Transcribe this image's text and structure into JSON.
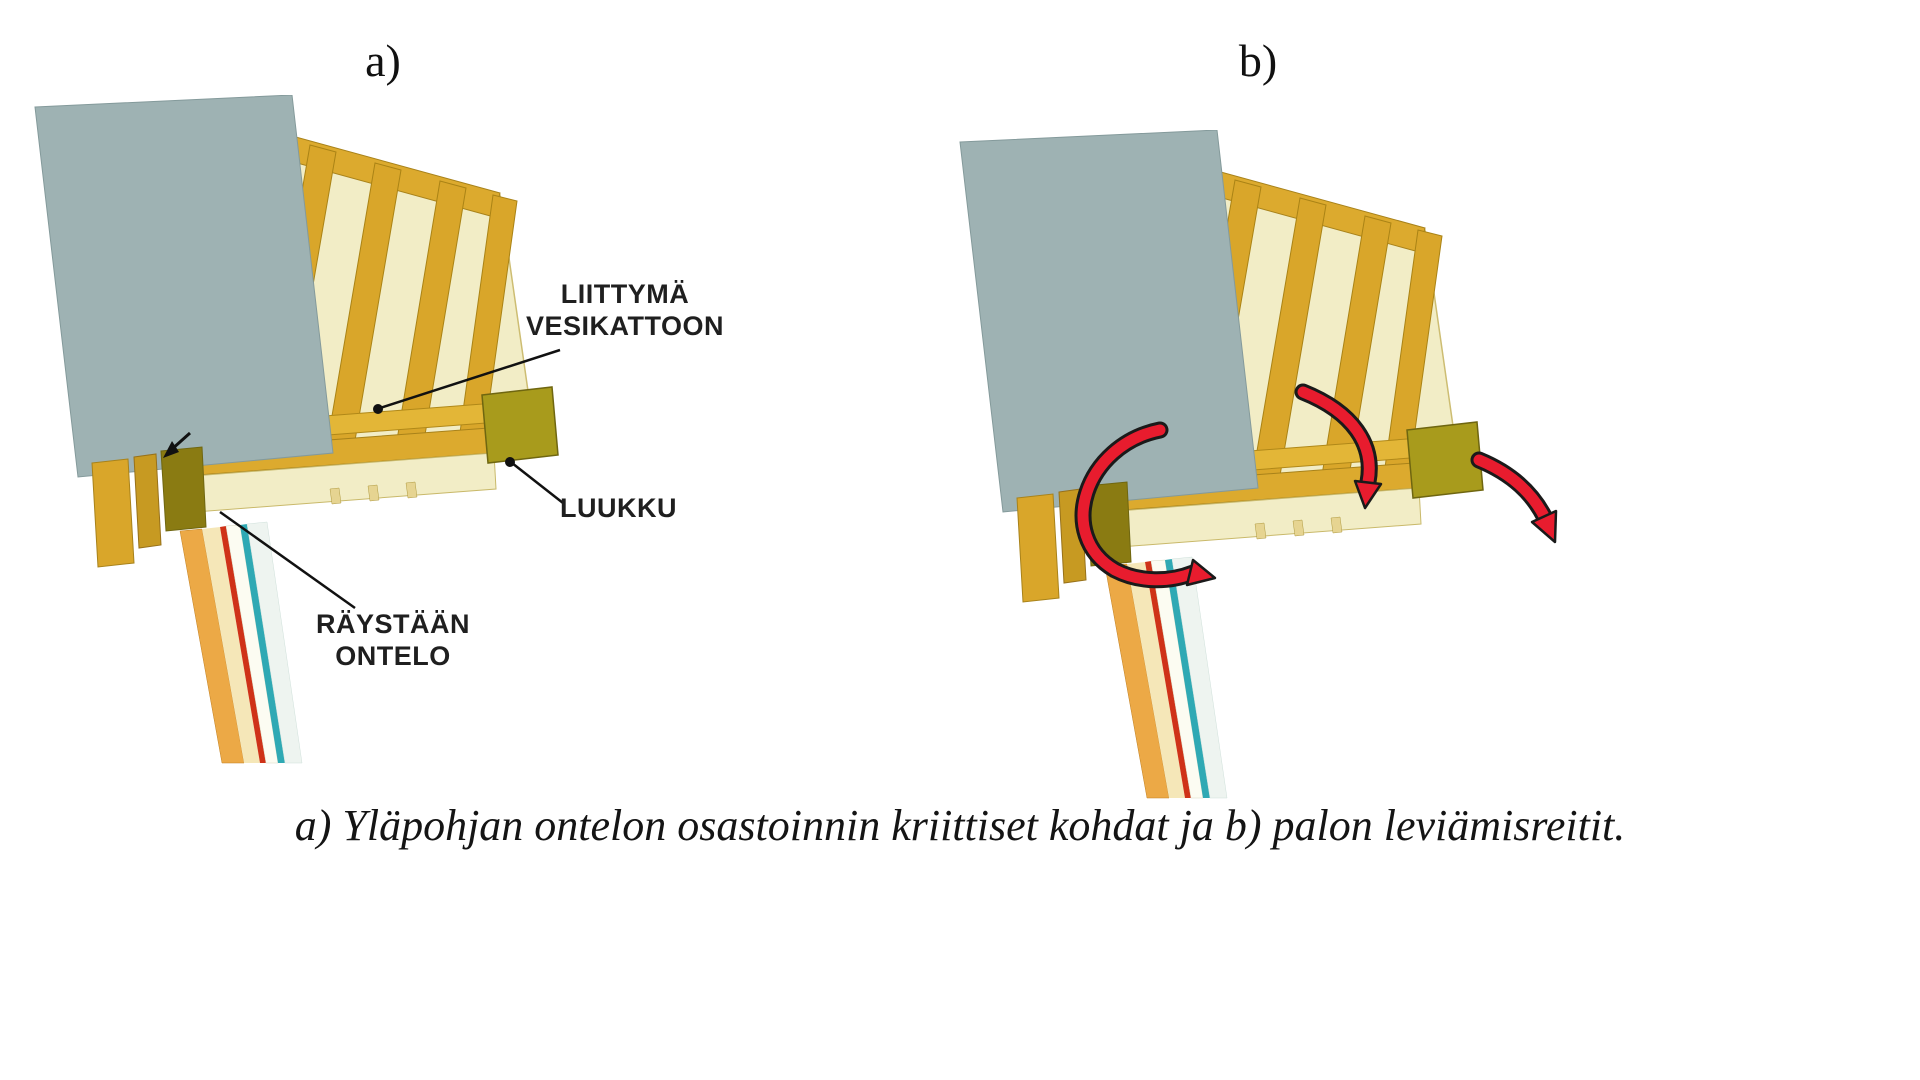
{
  "figure": {
    "panel_a": {
      "letter": "a)",
      "labels": {
        "liittyma_vesikattoon": "LIITTYMÄ\nVESIKATTOON",
        "luukku": "LUUKKU",
        "raystaan_ontelo": "RÄYSTÄÄN\nONTELO"
      }
    },
    "panel_b": {
      "letter": "b)"
    },
    "caption": "a) Yläpohjan ontelon osastoinnin kriittiset kohdat ja b) palon leviämisreitit.",
    "colors": {
      "roof_sheet": "#9eb2b3",
      "timber": "#d9a62a",
      "sheathing": "#f2edc6",
      "hatch": "#a89b1c",
      "fire_arrow": "#e81c2e",
      "teal_layer": "#2fa9b4",
      "wall_orange": "#eca946"
    }
  }
}
